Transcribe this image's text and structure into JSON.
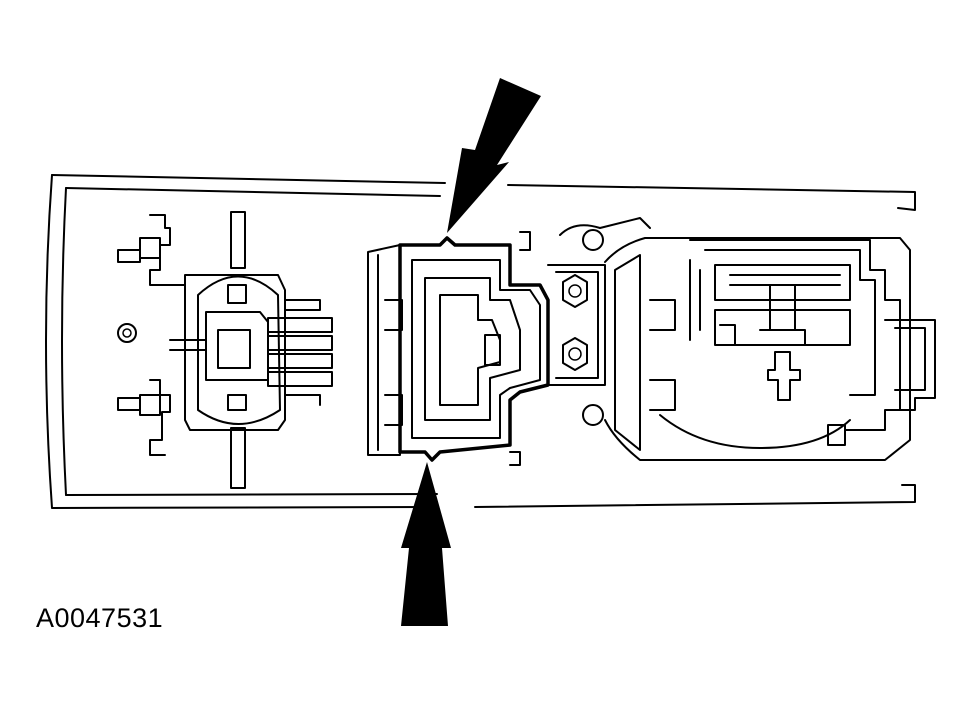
{
  "figure": {
    "reference_code": "A0047531",
    "colors": {
      "line": "#000000",
      "background": "#ffffff"
    },
    "callouts": [
      {
        "name": "top-arrow",
        "direction": "down-left"
      },
      {
        "name": "bottom-arrow",
        "direction": "up"
      }
    ]
  }
}
